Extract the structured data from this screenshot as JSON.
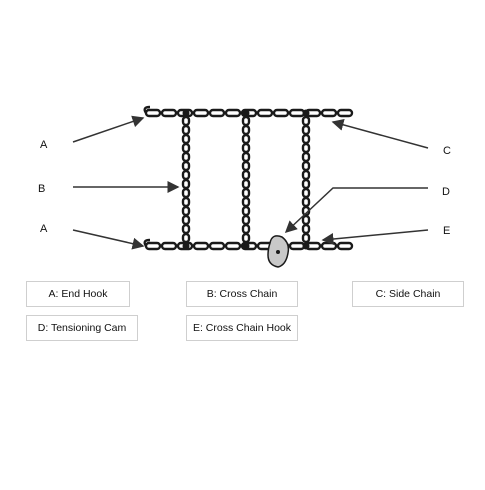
{
  "callouts": {
    "a_top": "A",
    "b": "B",
    "a_bottom": "A",
    "c": "C",
    "d": "D",
    "e": "E"
  },
  "legend": {
    "end_hook": "A: End Hook",
    "cross_chain": "B: Cross Chain",
    "side_chain": "C: Side Chain",
    "tensioning_cam": "D: Tensioning Cam",
    "cross_chain_hook": "E: Cross Chain Hook"
  },
  "colors": {
    "chain": "#1a1a1a",
    "arrow": "#333333",
    "cam": "#c8c8c8"
  }
}
